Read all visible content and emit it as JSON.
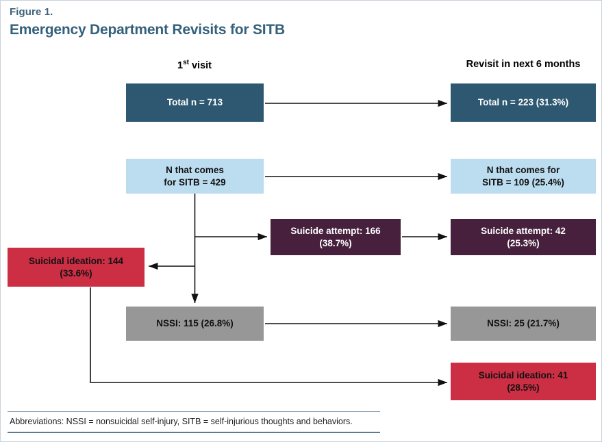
{
  "figure": {
    "label": "Figure 1.",
    "title": "Emergency Department Revisits for SITB",
    "footnote": "Abbreviations: NSSI = nonsuicidal self-injury, SITB = self-injurious thoughts and behaviors."
  },
  "columns": {
    "left_heading_prefix": "1",
    "left_heading_sup": "st",
    "left_heading_suffix": " visit",
    "right_heading": "Revisit in next 6 months"
  },
  "chart_data": {
    "type": "diagram",
    "title": "Emergency Department Revisits for SITB",
    "columns": [
      "1st visit",
      "Revisit in next 6 months"
    ],
    "nodes": [
      {
        "id": "visit1-total",
        "column": "1st visit",
        "line1": "Total n = 713",
        "line2": "",
        "count": 713,
        "percent": null,
        "color": "#2e5871"
      },
      {
        "id": "revisit-total",
        "column": "Revisit in next 6 months",
        "line1": "Total n = 223 (31.3%)",
        "line2": "",
        "count": 223,
        "percent": 31.3,
        "color": "#2e5871"
      },
      {
        "id": "visit1-sitb",
        "column": "1st visit",
        "line1": "N that comes",
        "line2": "for SITB = 429",
        "count": 429,
        "percent": null,
        "color": "#bcdcf0"
      },
      {
        "id": "revisit-sitb",
        "column": "Revisit in next 6 months",
        "line1": "N that comes for",
        "line2": "SITB = 109 (25.4%)",
        "count": 109,
        "percent": 25.4,
        "color": "#bcdcf0"
      },
      {
        "id": "visit1-attempt",
        "column": "1st visit",
        "line1": "Suicide attempt: 166",
        "line2": "(38.7%)",
        "count": 166,
        "percent": 38.7,
        "color": "#46203c"
      },
      {
        "id": "revisit-attempt",
        "column": "Revisit in next 6 months",
        "line1": "Suicide attempt: 42",
        "line2": "(25.3%)",
        "count": 42,
        "percent": 25.3,
        "color": "#46203c"
      },
      {
        "id": "visit1-ideation",
        "column": "1st visit",
        "line1": "Suicidal ideation: 144",
        "line2": "(33.6%)",
        "count": 144,
        "percent": 33.6,
        "color": "#cc2e44"
      },
      {
        "id": "revisit-ideation",
        "column": "Revisit in next 6 months",
        "line1": "Suicidal ideation: 41",
        "line2": "(28.5%)",
        "count": 41,
        "percent": 28.5,
        "color": "#cc2e44"
      },
      {
        "id": "visit1-nssi",
        "column": "1st visit",
        "line1": "NSSI: 115 (26.8%)",
        "line2": "",
        "count": 115,
        "percent": 26.8,
        "color": "#979797"
      },
      {
        "id": "revisit-nssi",
        "column": "Revisit in next 6 months",
        "line1": "NSSI: 25 (21.7%)",
        "line2": "",
        "count": 25,
        "percent": 21.7,
        "color": "#979797"
      }
    ],
    "edges": [
      {
        "from": "visit1-total",
        "to": "revisit-total"
      },
      {
        "from": "visit1-sitb",
        "to": "revisit-sitb"
      },
      {
        "from": "visit1-sitb",
        "to": "visit1-attempt"
      },
      {
        "from": "visit1-sitb",
        "to": "visit1-ideation"
      },
      {
        "from": "visit1-sitb",
        "to": "visit1-nssi"
      },
      {
        "from": "visit1-attempt",
        "to": "revisit-attempt"
      },
      {
        "from": "visit1-nssi",
        "to": "revisit-nssi"
      },
      {
        "from": "visit1-ideation",
        "to": "revisit-ideation"
      }
    ]
  }
}
